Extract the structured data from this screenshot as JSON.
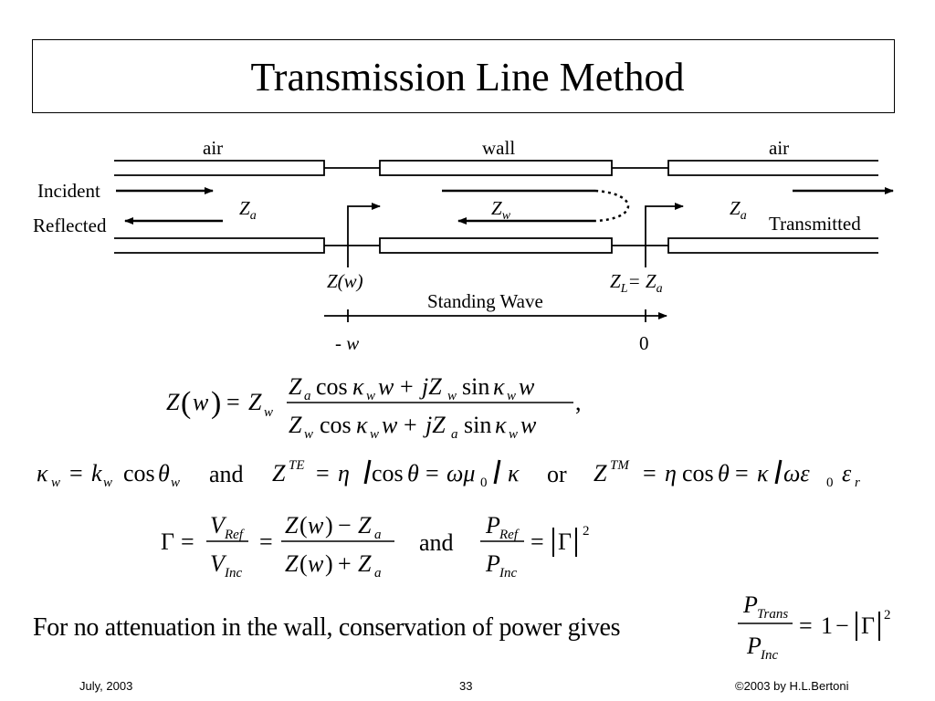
{
  "slide": {
    "title": "Transmission Line Method"
  },
  "diagram": {
    "air_left": "air",
    "wall": "wall",
    "air_right": "air",
    "incident": "Incident",
    "reflected": "Reflected",
    "transmitted": "Transmitted",
    "za_left": "Z",
    "za_left_sub": "a",
    "zw": "Z",
    "zw_sub": "w",
    "za_right": "Z",
    "za_right_sub": "a",
    "z_of_w": "Z(w)",
    "zl": "Z",
    "zl_sub": "L",
    "zl_eq": "= Z",
    "zl_eq_sub": "a",
    "standing_wave": "Standing Wave",
    "axis_minus_w": "- w",
    "axis_zero": "0"
  },
  "equations": {
    "and_1": "and",
    "or_1": "or",
    "and_2": "and",
    "power_statement": "For no attenuation in the wall,  conservation of power gives"
  },
  "footer": {
    "date": "July, 2003",
    "page": "33",
    "copyright": "©2003 by H.L.Bertoni"
  }
}
